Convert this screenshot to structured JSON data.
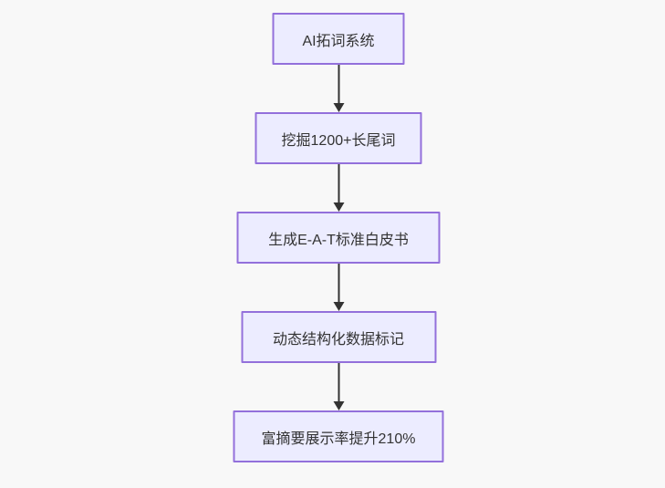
{
  "diagram": {
    "type": "flowchart-top-down",
    "background_color": "#f8f8f8",
    "node_fill_color": "#ECECFF",
    "node_border_color": "#9370DB",
    "text_color": "#333333",
    "arrow_color": "#333333",
    "nodes": [
      {
        "id": "node-1",
        "label": "AI拓词系统"
      },
      {
        "id": "node-2",
        "label": "挖掘1200+长尾词"
      },
      {
        "id": "node-3",
        "label": "生成E-A-T标准白皮书"
      },
      {
        "id": "node-4",
        "label": "动态结构化数据标记"
      },
      {
        "id": "node-5",
        "label": "富摘要展示率提升210%"
      }
    ],
    "edges": [
      {
        "from": "node-1",
        "to": "node-2"
      },
      {
        "from": "node-2",
        "to": "node-3"
      },
      {
        "from": "node-3",
        "to": "node-4"
      },
      {
        "from": "node-4",
        "to": "node-5"
      }
    ]
  }
}
